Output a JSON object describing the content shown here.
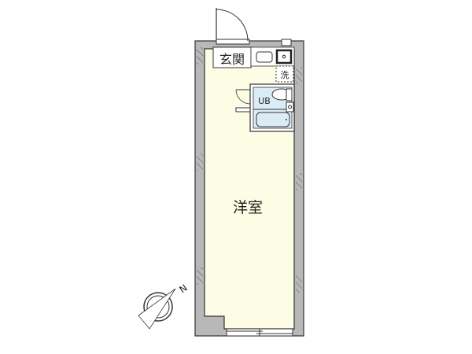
{
  "floorplan": {
    "rooms": {
      "entrance": "玄関",
      "washer": "洗",
      "unit_bath": "UB",
      "western_room": "洋室"
    },
    "compass": {
      "north_label": "N"
    }
  },
  "colors": {
    "wall": "#b8b8b8",
    "room_fill": "#fdfde6",
    "bath_fill": "#dcecf6",
    "line": "#333333"
  }
}
